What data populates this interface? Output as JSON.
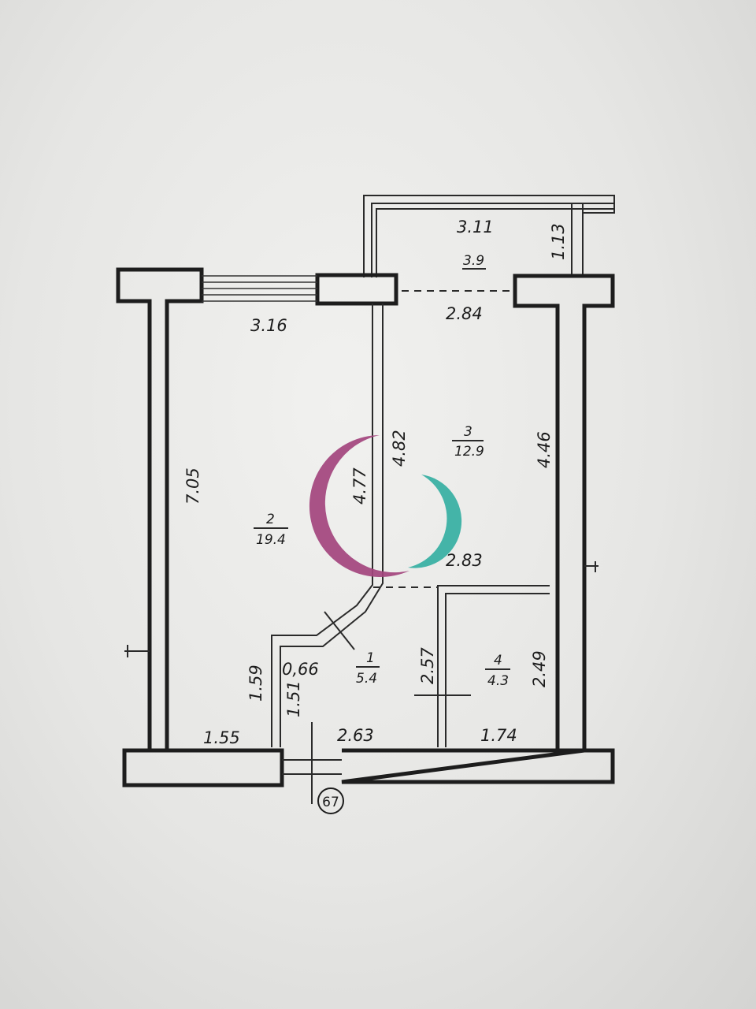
{
  "dimensions": {
    "balcony_width": "3.11",
    "balcony_depth": "1.13",
    "room2_width": "3.16",
    "room2_length": "7.05",
    "room3_width_top": "2.84",
    "room3_width_bottom": "2.83",
    "room3_length": "4.46",
    "partition_left": "4.77",
    "partition_right": "4.82",
    "hall_left": "1.59",
    "hall_inner": "1.51",
    "hall_diagonal": "0,66",
    "bottom_left": "1.55",
    "bottom_mid": "2.63",
    "bottom_right": "1.74",
    "bath_left": "2.57",
    "bath_right": "2.49"
  },
  "rooms": [
    {
      "number": "1",
      "area": "5.4"
    },
    {
      "number": "2",
      "area": "19.4"
    },
    {
      "number": "3",
      "area": "12.9"
    },
    {
      "number": "4",
      "area": "4.3"
    }
  ],
  "balcony": {
    "area": "3.9"
  },
  "axis_marker": "67",
  "colors": {
    "watermark_magenta": "#a3447d",
    "watermark_teal": "#36b0a3",
    "line": "#1d1d1d",
    "paper": "#ececea"
  },
  "icons": [
    "watermark-logo-icon",
    "axis-circle-icon"
  ]
}
